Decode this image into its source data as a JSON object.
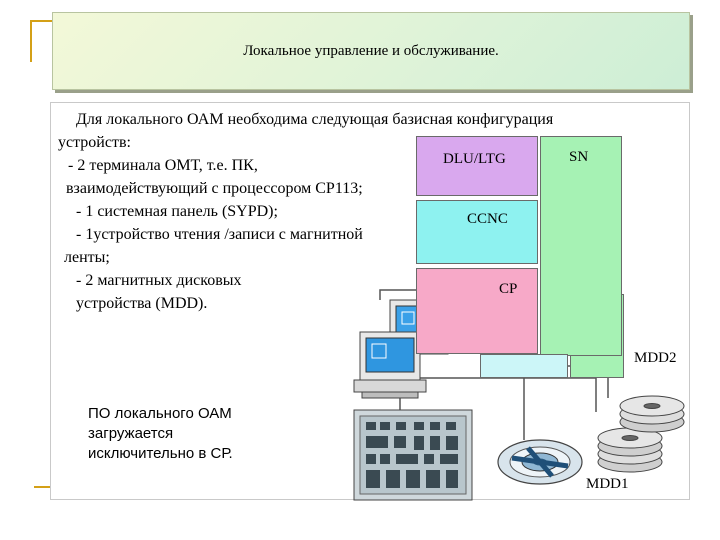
{
  "slide": {
    "title": "Локальное управление и обслуживание.",
    "text_lines": [
      "Для локального ОАМ необходима следующая базисная конфигурация",
      "устройств:",
      "- 2 терминала ОМТ, т.е. ПК,",
      "взаимодействующий с процессором СР113;",
      "- 1 системная панель (SYPD);",
      "- 1устройство чтения /записи с магнитной",
      "ленты;",
      "- 2 магнитных дисковых",
      "устройства (MDD)."
    ],
    "note_lines": [
      "ПО локального ОАМ",
      "загружается",
      "исключительно в СР."
    ]
  },
  "diagram": {
    "labels": {
      "dlu": "DLU/LTG",
      "sn": "SN",
      "ccnc": "CCNC",
      "cp": "CP",
      "mdd2": "MDD2",
      "mdd1": "MDD1"
    },
    "colors": {
      "dlu": "#d9a8ee",
      "sn": "#a6f2b4",
      "ccnc": "#8ef2f0",
      "cp": "#f7a9c8",
      "accent": "#d4a017"
    },
    "icons": [
      "pc-terminal-icon",
      "pc-terminal-icon",
      "system-panel-icon",
      "magnetic-tape-icon",
      "magnetic-disk-icon",
      "magnetic-disk-icon"
    ]
  }
}
